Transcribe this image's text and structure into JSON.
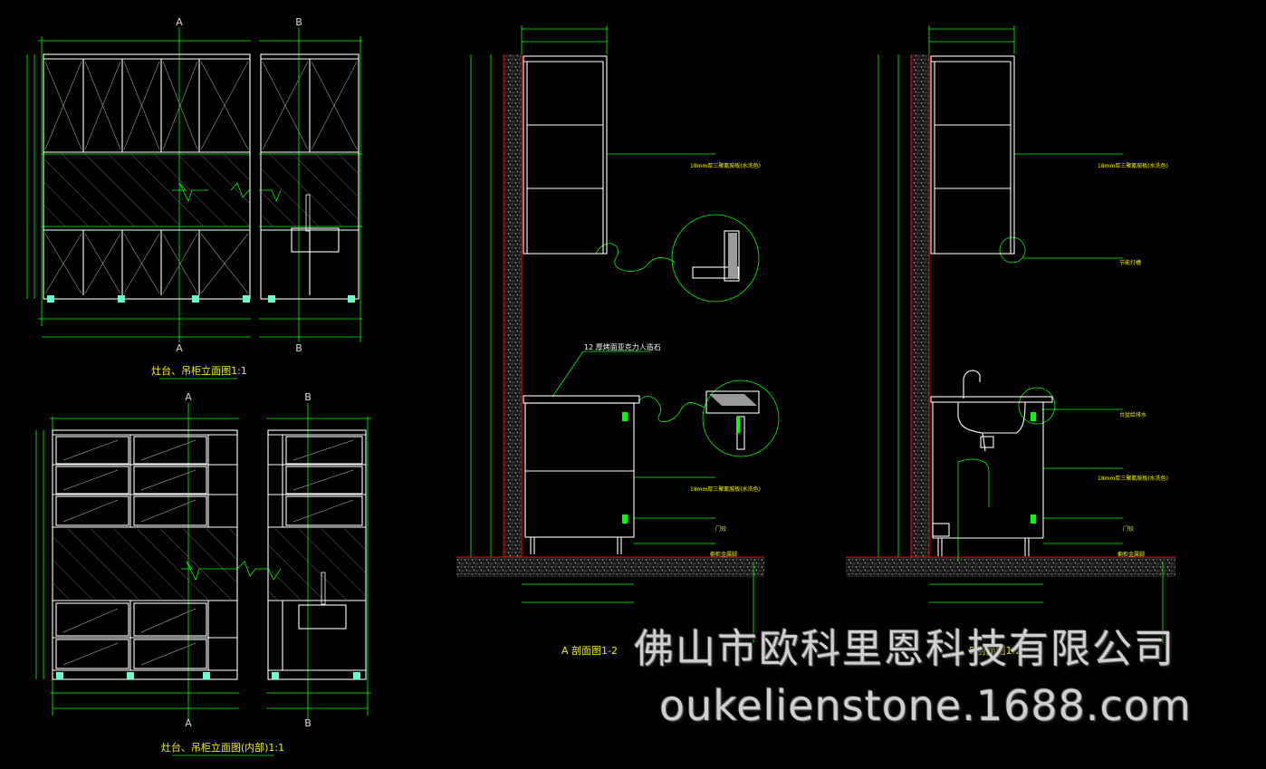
{
  "drawing": {
    "colors": {
      "background": "#000000",
      "line": "#00ff00",
      "cabinet": "#ffffff",
      "wall": "#ff0000",
      "label": "#f0f000",
      "leg": "#66ffcc"
    },
    "top_elevation": {
      "section_mark_a": "A",
      "section_mark_b": "B",
      "title": "灶台、吊柜立面图1:1"
    },
    "bottom_elevation": {
      "section_mark_a": "A",
      "section_mark_b": "B",
      "title": "灶台、吊柜立面图(内部)1:1"
    },
    "section_a": {
      "title": "A 剖面图1-2",
      "callout_stone": "12 厚烤面亚克力人造石",
      "label_board_upper": "18mm厚三聚氰胺板(水洗色)",
      "label_board_lower": "18mm厚三聚氰胺板(水洗色)",
      "label_hinge": "门铰",
      "label_leg": "橱柜金属脚"
    },
    "section_b": {
      "title": "B剖面图1:2",
      "label_board_upper": "18mm厚三聚氰胺板(水洗色)",
      "label_light": "节能灯槽",
      "label_sink": "台盆给排水",
      "label_board_lower": "18mm厚三聚氰胺板(水洗色)",
      "label_hinge": "门铰",
      "label_leg": "橱柜金属脚"
    }
  },
  "watermark": {
    "company": "佛山市欧科里恩科技有限公司",
    "site": "oukelienstone.1688.com"
  }
}
